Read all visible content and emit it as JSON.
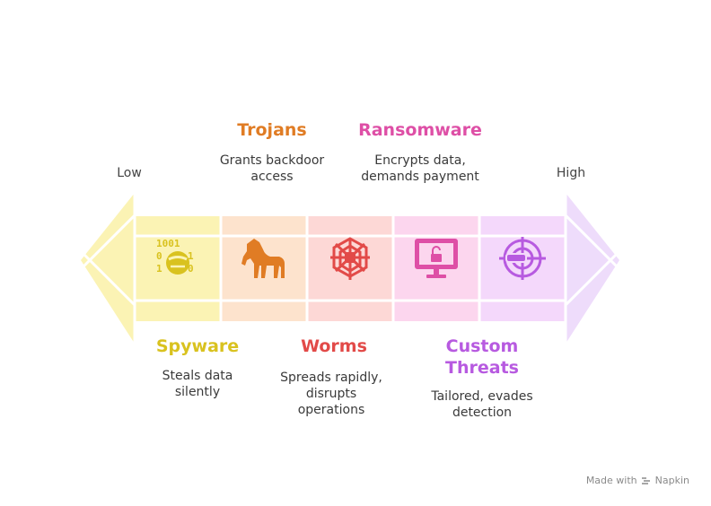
{
  "scale": {
    "low_label": "Low",
    "high_label": "High"
  },
  "colors": {
    "spyware": "#d9c21f",
    "trojans": "#e07c24",
    "worms": "#e24a48",
    "ransomware": "#de4fa6",
    "custom": "#b75ae0"
  },
  "stages": [
    {
      "title": "Spyware",
      "description": "Steals data\nsilently",
      "icon": "binary-spy-icon",
      "color": "#d9c21f",
      "position": "bottom"
    },
    {
      "title": "Trojans",
      "description": "Grants backdoor\naccess",
      "icon": "trojan-horse-icon",
      "color": "#e07c24",
      "position": "top"
    },
    {
      "title": "Worms",
      "description": "Spreads rapidly,\ndisrupts\noperations",
      "icon": "worm-web-icon",
      "color": "#e24a48",
      "position": "bottom"
    },
    {
      "title": "Ransomware",
      "description": "Encrypts data,\ndemands payment",
      "icon": "locked-monitor-icon",
      "color": "#de4fa6",
      "position": "top"
    },
    {
      "title": "Custom\nThreats",
      "description": "Tailored, evades\ndetection",
      "icon": "target-crosshair-icon",
      "color": "#b75ae0",
      "position": "bottom"
    }
  ],
  "footer": {
    "made_with": "Made with",
    "brand": "Napkin"
  }
}
